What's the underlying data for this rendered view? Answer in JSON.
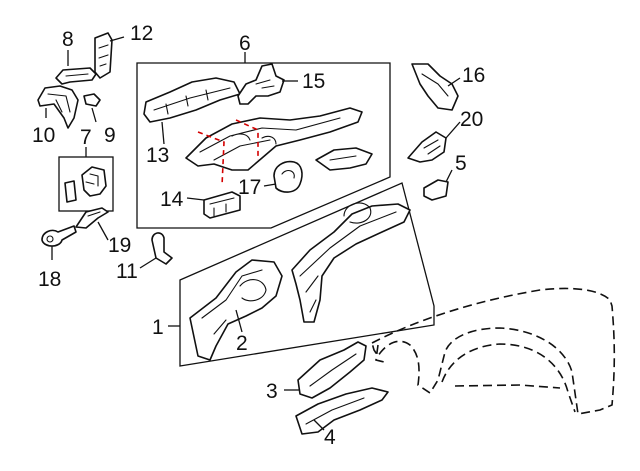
{
  "diagram": {
    "callouts": {
      "c1": "1",
      "c2": "2",
      "c3": "3",
      "c4": "4",
      "c5": "5",
      "c6": "6",
      "c7": "7",
      "c8": "8",
      "c9": "9",
      "c10": "10",
      "c11": "11",
      "c12": "12",
      "c13": "13",
      "c14": "14",
      "c15": "15",
      "c16": "16",
      "c17": "17",
      "c18": "18",
      "c19": "19",
      "c20": "20"
    },
    "colors": {
      "line": "#111111",
      "cut_line": "#d40000",
      "background": "#ffffff"
    }
  }
}
